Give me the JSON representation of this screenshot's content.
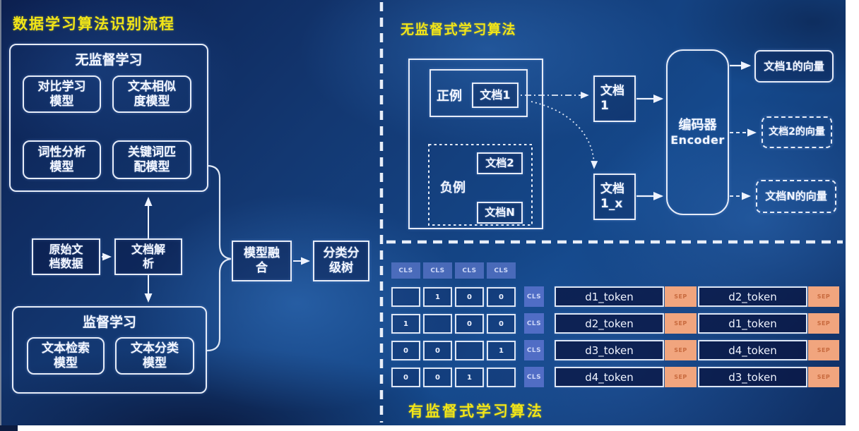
{
  "left": {
    "title": "数据学习算法识别流程",
    "unsupervised": {
      "title": "无监督学习",
      "models": [
        [
          "对比学习",
          "模型"
        ],
        [
          "文本相似",
          "度模型"
        ],
        [
          "词性分析",
          "模型"
        ],
        [
          "关键词匹",
          "配模型"
        ]
      ]
    },
    "raw_doc": [
      "原始文",
      "档数据"
    ],
    "parse": [
      "文档解",
      "析"
    ],
    "supervised": {
      "title": "监督学习",
      "models": [
        [
          "文本检索",
          "模型"
        ],
        [
          "文本分类",
          "模型"
        ]
      ]
    },
    "fusion": [
      "模型融",
      "合"
    ],
    "tree": [
      "分类分",
      "级树"
    ]
  },
  "right_top": {
    "title": "无监督式学习算法",
    "positive_label": "正例",
    "doc1_small": "文档1",
    "negative_label": "负例",
    "doc2_small": "文档2",
    "docN_small": "文档N",
    "doc1_box": [
      "文档",
      "1"
    ],
    "doc1x_box": [
      "文档",
      "1_x"
    ],
    "encoder": [
      "编码器",
      "Encoder"
    ],
    "vector1": "文档1的向量",
    "vector2": "文档2的向量",
    "vectorN": "文档N的向量"
  },
  "right_bottom": {
    "title": "有监督式学习算法",
    "header_chips": [
      "CLS",
      "CLS",
      "CLS",
      "CLS"
    ],
    "matrix": [
      [
        "",
        "1",
        "0",
        "0"
      ],
      [
        "1",
        "",
        "0",
        "0"
      ],
      [
        "0",
        "0",
        "",
        "1"
      ],
      [
        "0",
        "0",
        "1",
        ""
      ]
    ],
    "token_rows": [
      {
        "cls": "CLS",
        "t1": "d1_token",
        "sep1": "SEP",
        "t2": "d2_token",
        "sep2": "SEP"
      },
      {
        "cls": "CLS",
        "t1": "d2_token",
        "sep1": "SEP",
        "t2": "d1_token",
        "sep2": "SEP"
      },
      {
        "cls": "CLS",
        "t1": "d3_token",
        "sep1": "SEP",
        "t2": "d4_token",
        "sep2": "SEP"
      },
      {
        "cls": "CLS",
        "t1": "d4_token",
        "sep1": "SEP",
        "t2": "d3_token",
        "sep2": "SEP"
      }
    ]
  },
  "colors": {
    "title_yellow": "#f2e517",
    "cls_blue": "#5f76d2",
    "sep_salmon": "#f1a57e",
    "box_border": "#e6ecf8"
  }
}
